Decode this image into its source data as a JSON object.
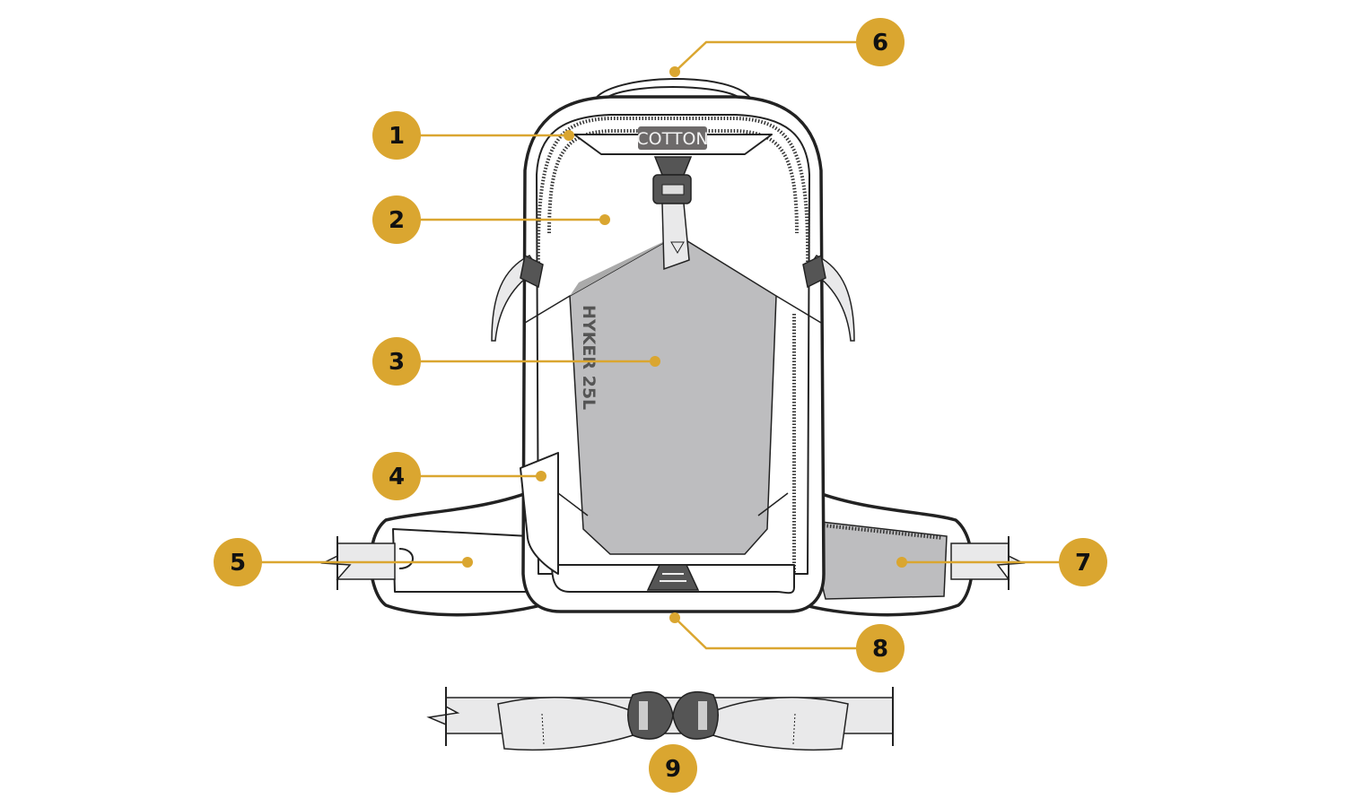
{
  "diagram": {
    "brand_label": "COTTON",
    "model_label": "HYKER 25L",
    "accent_color": "#DAA630",
    "callouts": [
      {
        "number": "1"
      },
      {
        "number": "2"
      },
      {
        "number": "3"
      },
      {
        "number": "4"
      },
      {
        "number": "5"
      },
      {
        "number": "6"
      },
      {
        "number": "7"
      },
      {
        "number": "8"
      },
      {
        "number": "9"
      }
    ]
  }
}
